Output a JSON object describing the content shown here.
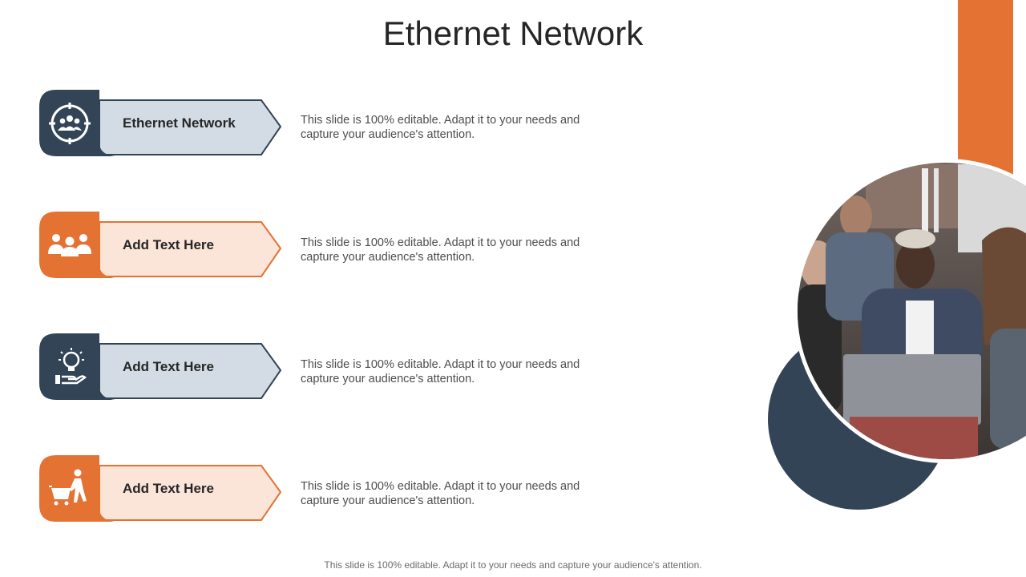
{
  "slide": {
    "title": "Ethernet Network",
    "footer": "This slide is 100% editable. Adapt it to your needs and capture your audience's attention."
  },
  "items": [
    {
      "label": "Ethernet Network",
      "description": "This slide is 100% editable.  Adapt it to your needs and capture your audience's attention.",
      "theme": "dark",
      "icon": "team-target-icon"
    },
    {
      "label": "Add  Text Here",
      "description": "This slide is 100% editable.  Adapt it to your needs and capture your audience's attention.",
      "theme": "orange",
      "icon": "group-people-icon"
    },
    {
      "label": "Add  Text Here",
      "description": "This slide is 100% editable.  Adapt it to your needs and capture your audience's attention.",
      "theme": "dark",
      "icon": "idea-hand-icon"
    },
    {
      "label": "Add  Text Here",
      "description": "This slide is 100% editable.  Adapt it to your needs and capture your audience's attention.",
      "theme": "orange",
      "icon": "person-cart-icon"
    }
  ],
  "colors": {
    "dark": "#334457",
    "dark_light": "#d3dce5",
    "orange": "#e37233",
    "orange_light": "#fbe4d8"
  }
}
